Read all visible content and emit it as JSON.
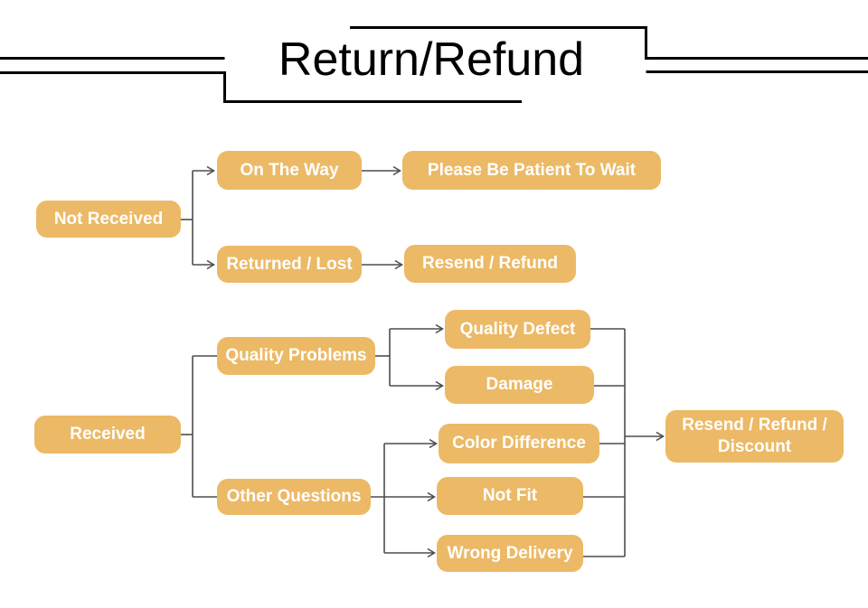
{
  "title": "Return/Refund",
  "flowchart": {
    "nodes": {
      "not_received": {
        "label": "Not Received"
      },
      "on_the_way": {
        "label": "On The Way"
      },
      "please_wait": {
        "label": "Please Be Patient To Wait"
      },
      "returned_lost": {
        "label": "Returned / Lost"
      },
      "resend_refund": {
        "label": "Resend / Refund"
      },
      "received": {
        "label": "Received"
      },
      "quality_problems": {
        "label": "Quality Problems"
      },
      "other_questions": {
        "label": "Other Questions"
      },
      "quality_defect": {
        "label": "Quality Defect"
      },
      "damage": {
        "label": "Damage"
      },
      "color_difference": {
        "label": "Color Difference"
      },
      "not_fit": {
        "label": "Not Fit"
      },
      "wrong_delivery": {
        "label": "Wrong Delivery"
      },
      "resend_refund_discount": {
        "label": "Resend / Refund / Discount"
      }
    },
    "edges": [
      {
        "from": "Not Received",
        "to": "On The Way"
      },
      {
        "from": "Not Received",
        "to": "Returned / Lost"
      },
      {
        "from": "On The Way",
        "to": "Please Be Patient To Wait"
      },
      {
        "from": "Returned / Lost",
        "to": "Resend / Refund"
      },
      {
        "from": "Received",
        "to": "Quality Problems"
      },
      {
        "from": "Received",
        "to": "Other Questions"
      },
      {
        "from": "Quality Problems",
        "to": "Quality Defect"
      },
      {
        "from": "Quality Problems",
        "to": "Damage"
      },
      {
        "from": "Other Questions",
        "to": "Color Difference"
      },
      {
        "from": "Other Questions",
        "to": "Not Fit"
      },
      {
        "from": "Other Questions",
        "to": "Wrong Delivery"
      },
      {
        "from": "Quality Defect",
        "to": "Resend / Refund / Discount"
      },
      {
        "from": "Damage",
        "to": "Resend / Refund / Discount"
      },
      {
        "from": "Color Difference",
        "to": "Resend / Refund / Discount"
      },
      {
        "from": "Not Fit",
        "to": "Resend / Refund / Discount"
      },
      {
        "from": "Wrong Delivery",
        "to": "Resend / Refund / Discount"
      }
    ],
    "colors": {
      "node_fill": "#ecb966",
      "node_text": "#ffffff",
      "connector": "#4d4d4d",
      "decoration": "#000000",
      "title_text": "#000000",
      "page_background": "#ffffff"
    }
  }
}
